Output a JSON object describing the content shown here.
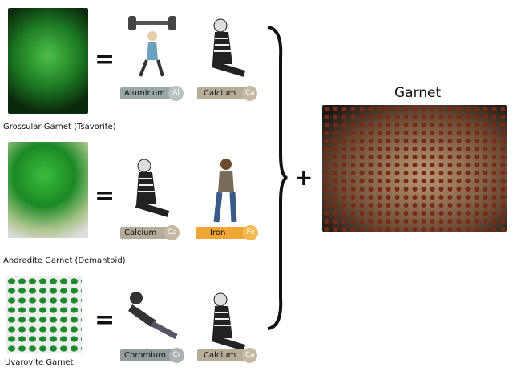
{
  "rows": [
    {
      "caption": "Grossular Garnet (Tsavorite)",
      "elements": [
        {
          "name": "Aluminum",
          "symbol": "Al",
          "color": "#9ca7aa",
          "circle": "#b8c2c5"
        },
        {
          "name": "Calcium",
          "symbol": "Ca",
          "color": "#b5ad9a",
          "circle": "#c6b8a3"
        }
      ]
    },
    {
      "caption": "Andradite Garnet (Demantoid)",
      "elements": [
        {
          "name": "Calcium",
          "symbol": "Ca",
          "color": "#b5ad9a",
          "circle": "#c6b8a3"
        },
        {
          "name": "Iron",
          "symbol": "Fe",
          "color": "#f0a535",
          "circle": "#f3b955"
        }
      ]
    },
    {
      "caption": "Uvarovite Garnet",
      "elements": [
        {
          "name": "Chromium",
          "symbol": "Cr",
          "color": "#929b9d",
          "circle": "#aab2b4"
        },
        {
          "name": "Calcium",
          "symbol": "Ca",
          "color": "#b5ad9a",
          "circle": "#c6b8a3"
        }
      ]
    }
  ],
  "equals": "=",
  "plus": "+",
  "result": {
    "title": "Garnet"
  }
}
